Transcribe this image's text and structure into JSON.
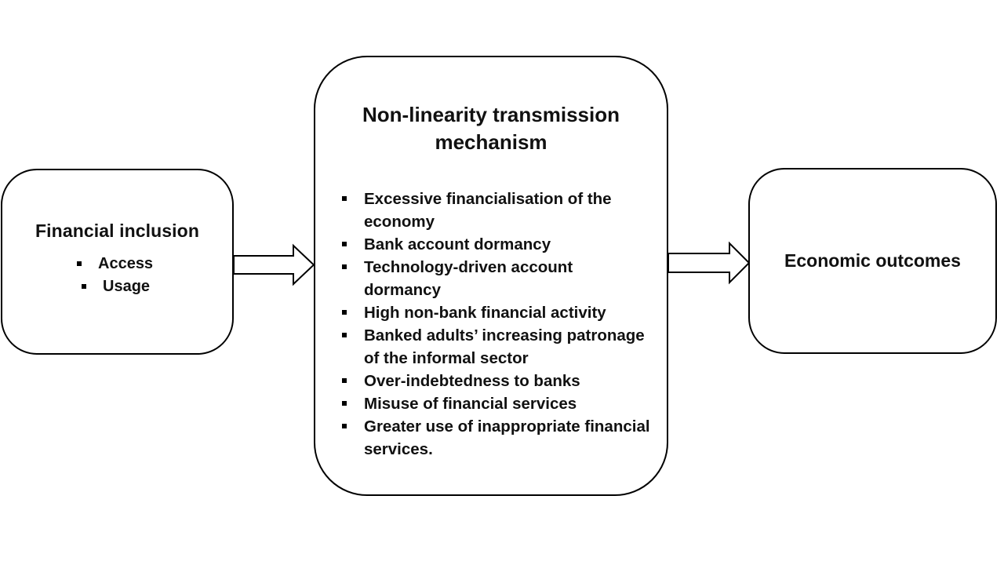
{
  "left_box": {
    "title": "Financial inclusion",
    "items": [
      "Access",
      "Usage"
    ]
  },
  "middle_box": {
    "title": "Non-linearity transmission mechanism",
    "items": [
      "Excessive financialisation of the economy",
      "Bank account dormancy",
      "Technology-driven account dormancy",
      "High non-bank financial activity",
      "Banked adults’ increasing patronage of the informal sector",
      "Over-indebtedness to banks",
      "Misuse of financial services",
      "Greater use of inappropriate financial services."
    ]
  },
  "right_box": {
    "title": "Economic outcomes"
  },
  "colors": {
    "stroke": "#000000",
    "background": "#ffffff",
    "text": "#111111"
  }
}
